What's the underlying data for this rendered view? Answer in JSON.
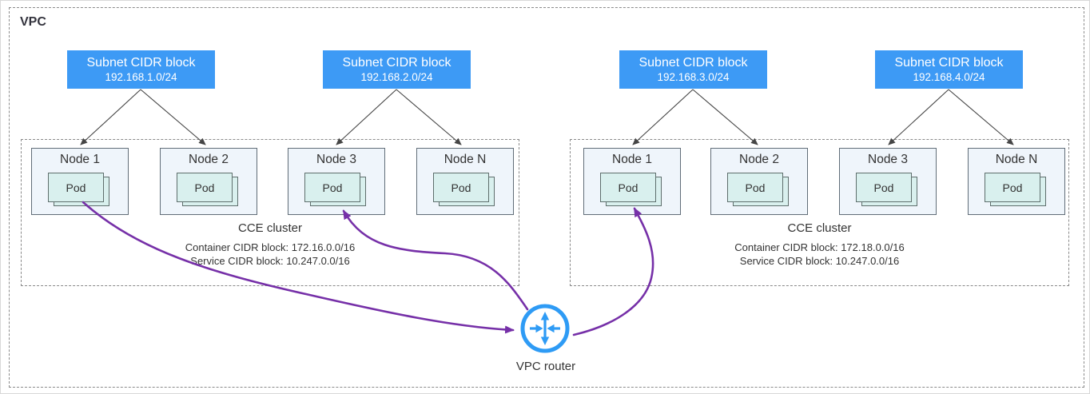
{
  "colors": {
    "subnet-blue": "#3D9AF5",
    "pod-teal": "#D9F0EE",
    "node-fill": "#EFF5FB",
    "purple": "#7630A8",
    "router-blue": "#2E9BF5",
    "border-gray": "#8a8a8a",
    "ink": "#333333"
  },
  "vpc": {
    "label": "VPC"
  },
  "subnets": [
    {
      "title": "Subnet CIDR block",
      "cidr": "192.168.1.0/24"
    },
    {
      "title": "Subnet CIDR block",
      "cidr": "192.168.2.0/24"
    },
    {
      "title": "Subnet CIDR block",
      "cidr": "192.168.3.0/24"
    },
    {
      "title": "Subnet CIDR block",
      "cidr": "192.168.4.0/24"
    }
  ],
  "clusters": [
    {
      "name": "CCE cluster",
      "container_cidr": "Container CIDR block: 172.16.0.0/16",
      "service_cidr": "Service CIDR block: 10.247.0.0/16",
      "nodes": [
        {
          "label": "Node 1",
          "pod": "Pod"
        },
        {
          "label": "Node 2",
          "pod": "Pod"
        },
        {
          "label": "Node 3",
          "pod": "Pod"
        },
        {
          "label": "Node N",
          "pod": "Pod"
        }
      ]
    },
    {
      "name": "CCE cluster",
      "container_cidr": "Container CIDR block: 172.18.0.0/16",
      "service_cidr": "Service CIDR block: 10.247.0.0/16",
      "nodes": [
        {
          "label": "Node 1",
          "pod": "Pod"
        },
        {
          "label": "Node 2",
          "pod": "Pod"
        },
        {
          "label": "Node 3",
          "pod": "Pod"
        },
        {
          "label": "Node N",
          "pod": "Pod"
        }
      ]
    }
  ],
  "router": {
    "label": "VPC router"
  }
}
